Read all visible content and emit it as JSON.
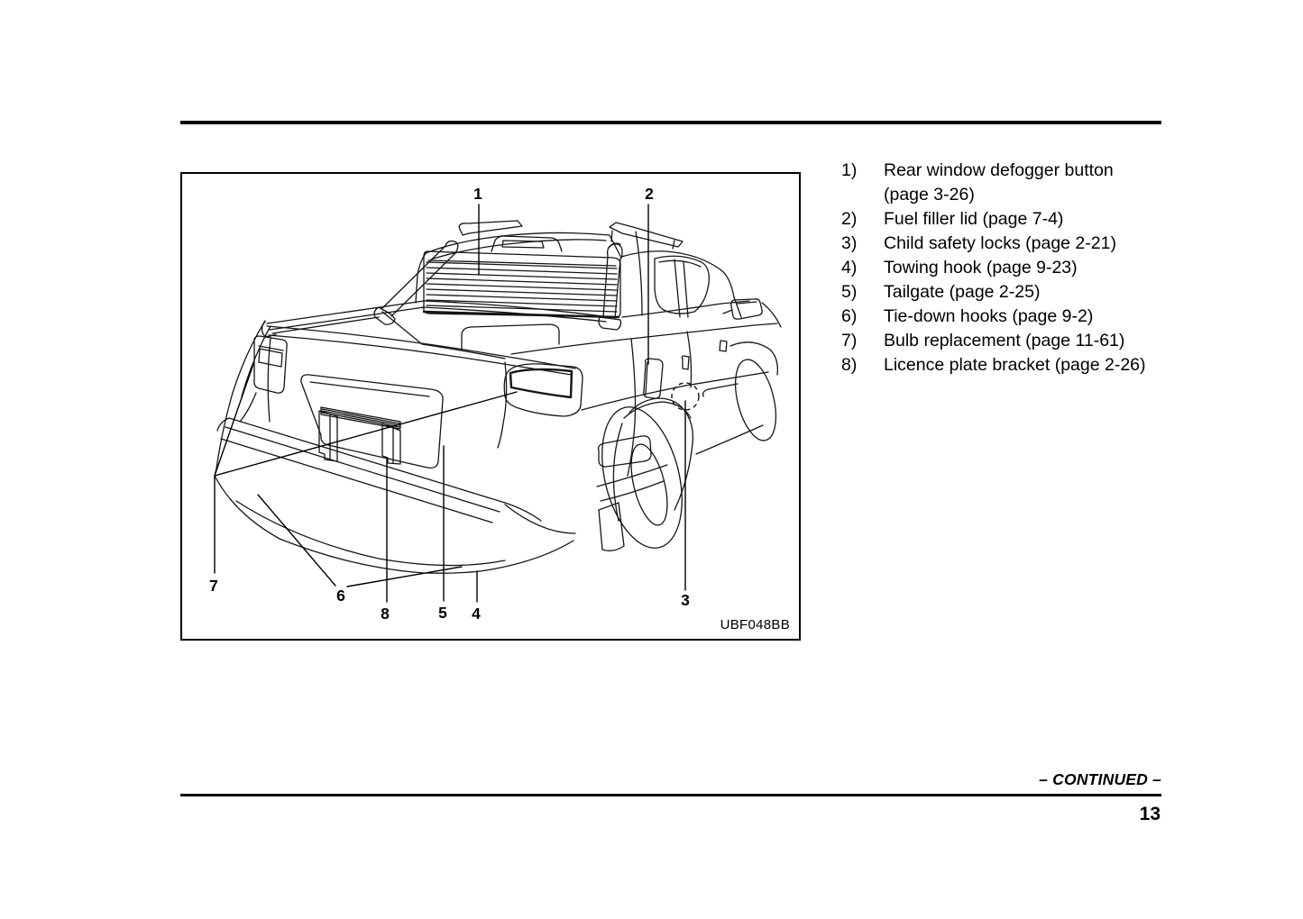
{
  "page": {
    "number": "13",
    "continued_label": "– CONTINUED –"
  },
  "figure": {
    "code": "UBF048BB",
    "callouts": [
      "1",
      "2",
      "3",
      "4",
      "5",
      "6",
      "7",
      "8"
    ]
  },
  "legend": {
    "items": [
      {
        "num": "1)",
        "text": "Rear window defogger button (page 3-26)"
      },
      {
        "num": "2)",
        "text": "Fuel filler lid (page 7-4)"
      },
      {
        "num": "3)",
        "text": "Child safety locks (page 2-21)"
      },
      {
        "num": "4)",
        "text": "Towing hook (page 9-23)"
      },
      {
        "num": "5)",
        "text": "Tailgate (page 2-25)"
      },
      {
        "num": "6)",
        "text": "Tie-down hooks (page 9-2)"
      },
      {
        "num": "7)",
        "text": "Bulb replacement (page 11-61)"
      },
      {
        "num": "8)",
        "text": "Licence plate bracket (page 2-26)"
      }
    ]
  }
}
